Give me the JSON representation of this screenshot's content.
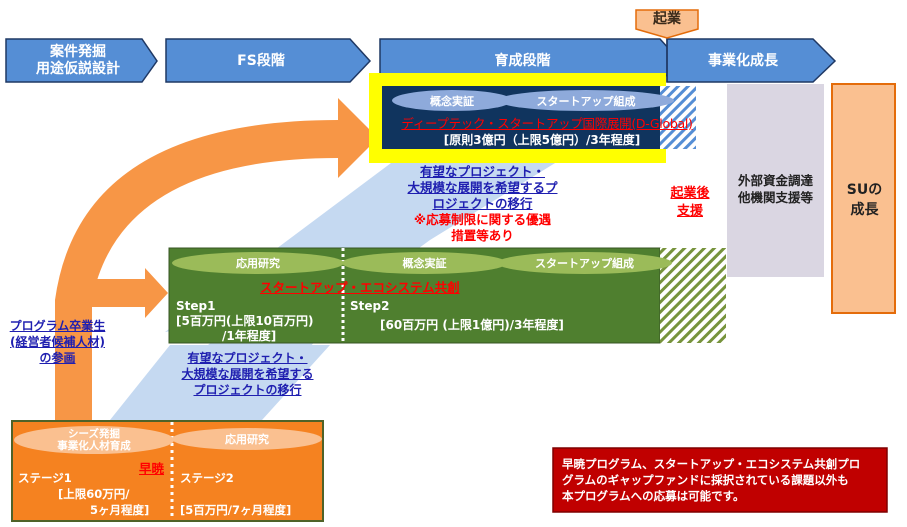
{
  "phases": [
    {
      "label_lines": [
        "案件発掘",
        "用途仮説設計"
      ]
    },
    {
      "label_lines": [
        "FS段階"
      ]
    },
    {
      "label_lines": [
        "育成段階"
      ]
    },
    {
      "label_lines": [
        "事業化成長"
      ]
    }
  ],
  "kigyo_marker": "起業",
  "dglobal": {
    "ovals": [
      "概念実証",
      "スタートアップ組成"
    ],
    "title": "ディープテック・スタートアップ国際展開(D-Global)",
    "funding": "[原則3億円（上限5億円）/3年程度]"
  },
  "transition_upper": {
    "lines": [
      "有望なプロジェクト・",
      "大規模な展開を希望するプ",
      "ロジェクトの移行"
    ],
    "note_lines": [
      "※応募制限に関する優遇",
      "措置等あり"
    ]
  },
  "post_startup_support": [
    "起業後",
    "支援"
  ],
  "external": [
    "外部資金調達",
    "他機関支援等"
  ],
  "su_growth": [
    "SUの",
    "成長"
  ],
  "ecosystem": {
    "ovals": [
      "応用研究",
      "概念実証",
      "スタートアップ組成"
    ],
    "title": "スタートアップ・エコシステム共創",
    "step1": {
      "label": "Step1",
      "funding_lines": [
        "[5百万円(上限10百万円)",
        "/1年程度]"
      ]
    },
    "step2": {
      "label": "Step2",
      "funding": "[60百万円 (上限1億円)/3年程度]"
    }
  },
  "graduates": [
    "プログラム卒業生",
    "(経営者候補人材)",
    "の参画"
  ],
  "transition_lower": {
    "lines": [
      "有望なプロジェクト・",
      "大規模な展開を希望する",
      "プロジェクトの移行"
    ]
  },
  "sogyo": {
    "ovals": [
      [
        "シーズ発掘",
        "事業化人材育成"
      ],
      [
        "応用研究"
      ]
    ],
    "title": "早暁",
    "stage1": {
      "label": "ステージ1",
      "funding_lines": [
        "[上限60万円/",
        "5ヶ月程度]"
      ]
    },
    "stage2": {
      "label": "ステージ2",
      "funding": "[5百万円/7ヶ月程度]"
    }
  },
  "notice": {
    "lines": [
      "早暁プログラム、スタートアップ・エコシステム共創プロ",
      "グラムのギャップファンドに採択されている課題以外も",
      "本プログラムへの応募は可能です。"
    ]
  },
  "colors": {
    "phase_blue": "#558ed5",
    "phase_border": "#1f3864",
    "dglobal_navy": "#10345e",
    "highlight_yellow": "#ffff00",
    "eco_green": "#4f7f2f",
    "eco_oval": "#9bbb59",
    "sogyo_orange": "#f58220",
    "arrow_orange": "#f79646",
    "light_blue_band": "#c5d9f1",
    "external_gray": "#dad6e2",
    "su_peach": "#fac090",
    "notice_red": "#c00000"
  }
}
